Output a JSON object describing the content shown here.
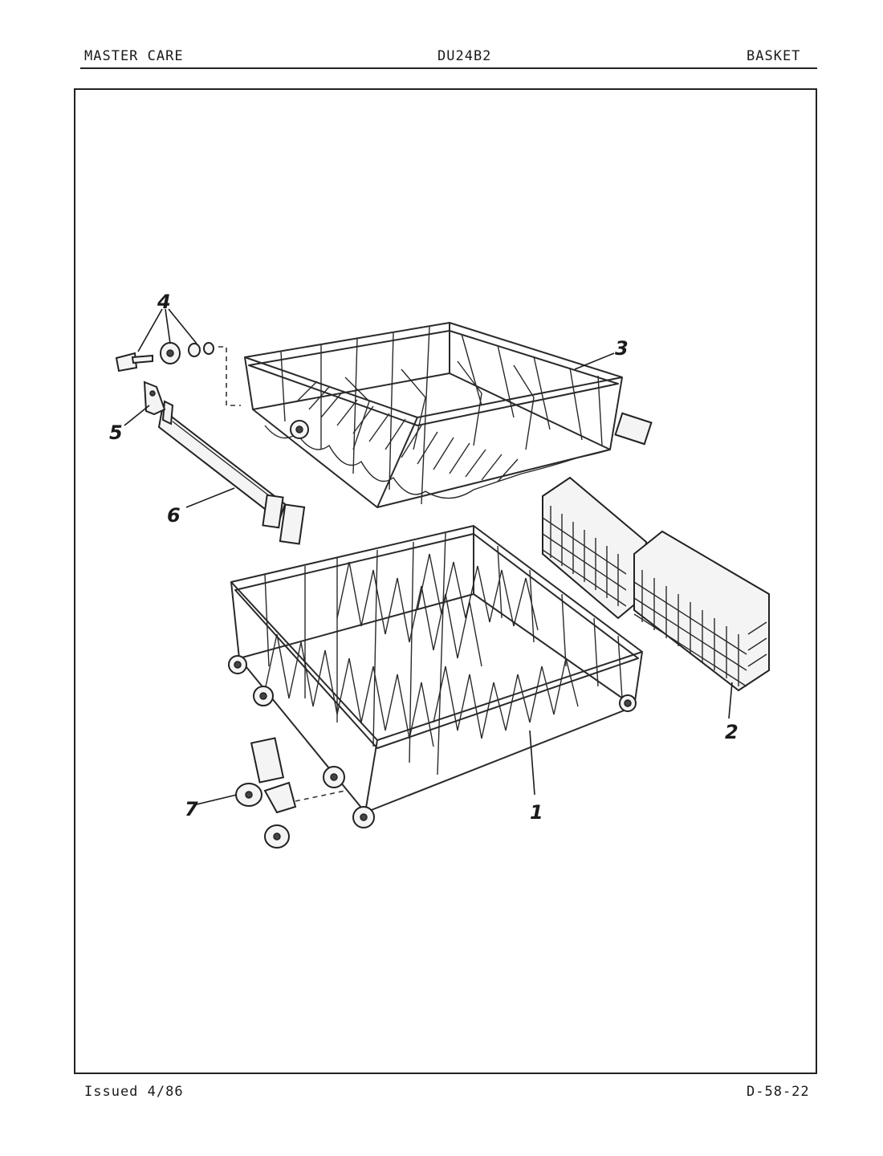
{
  "header": {
    "brand": "MASTER CARE",
    "model": "DU24B2",
    "section": "BASKET"
  },
  "footer": {
    "issued": "Issued 4/86",
    "page_code": "D-58-22"
  },
  "callouts": [
    "1",
    "2",
    "3",
    "4",
    "5",
    "6",
    "7"
  ]
}
